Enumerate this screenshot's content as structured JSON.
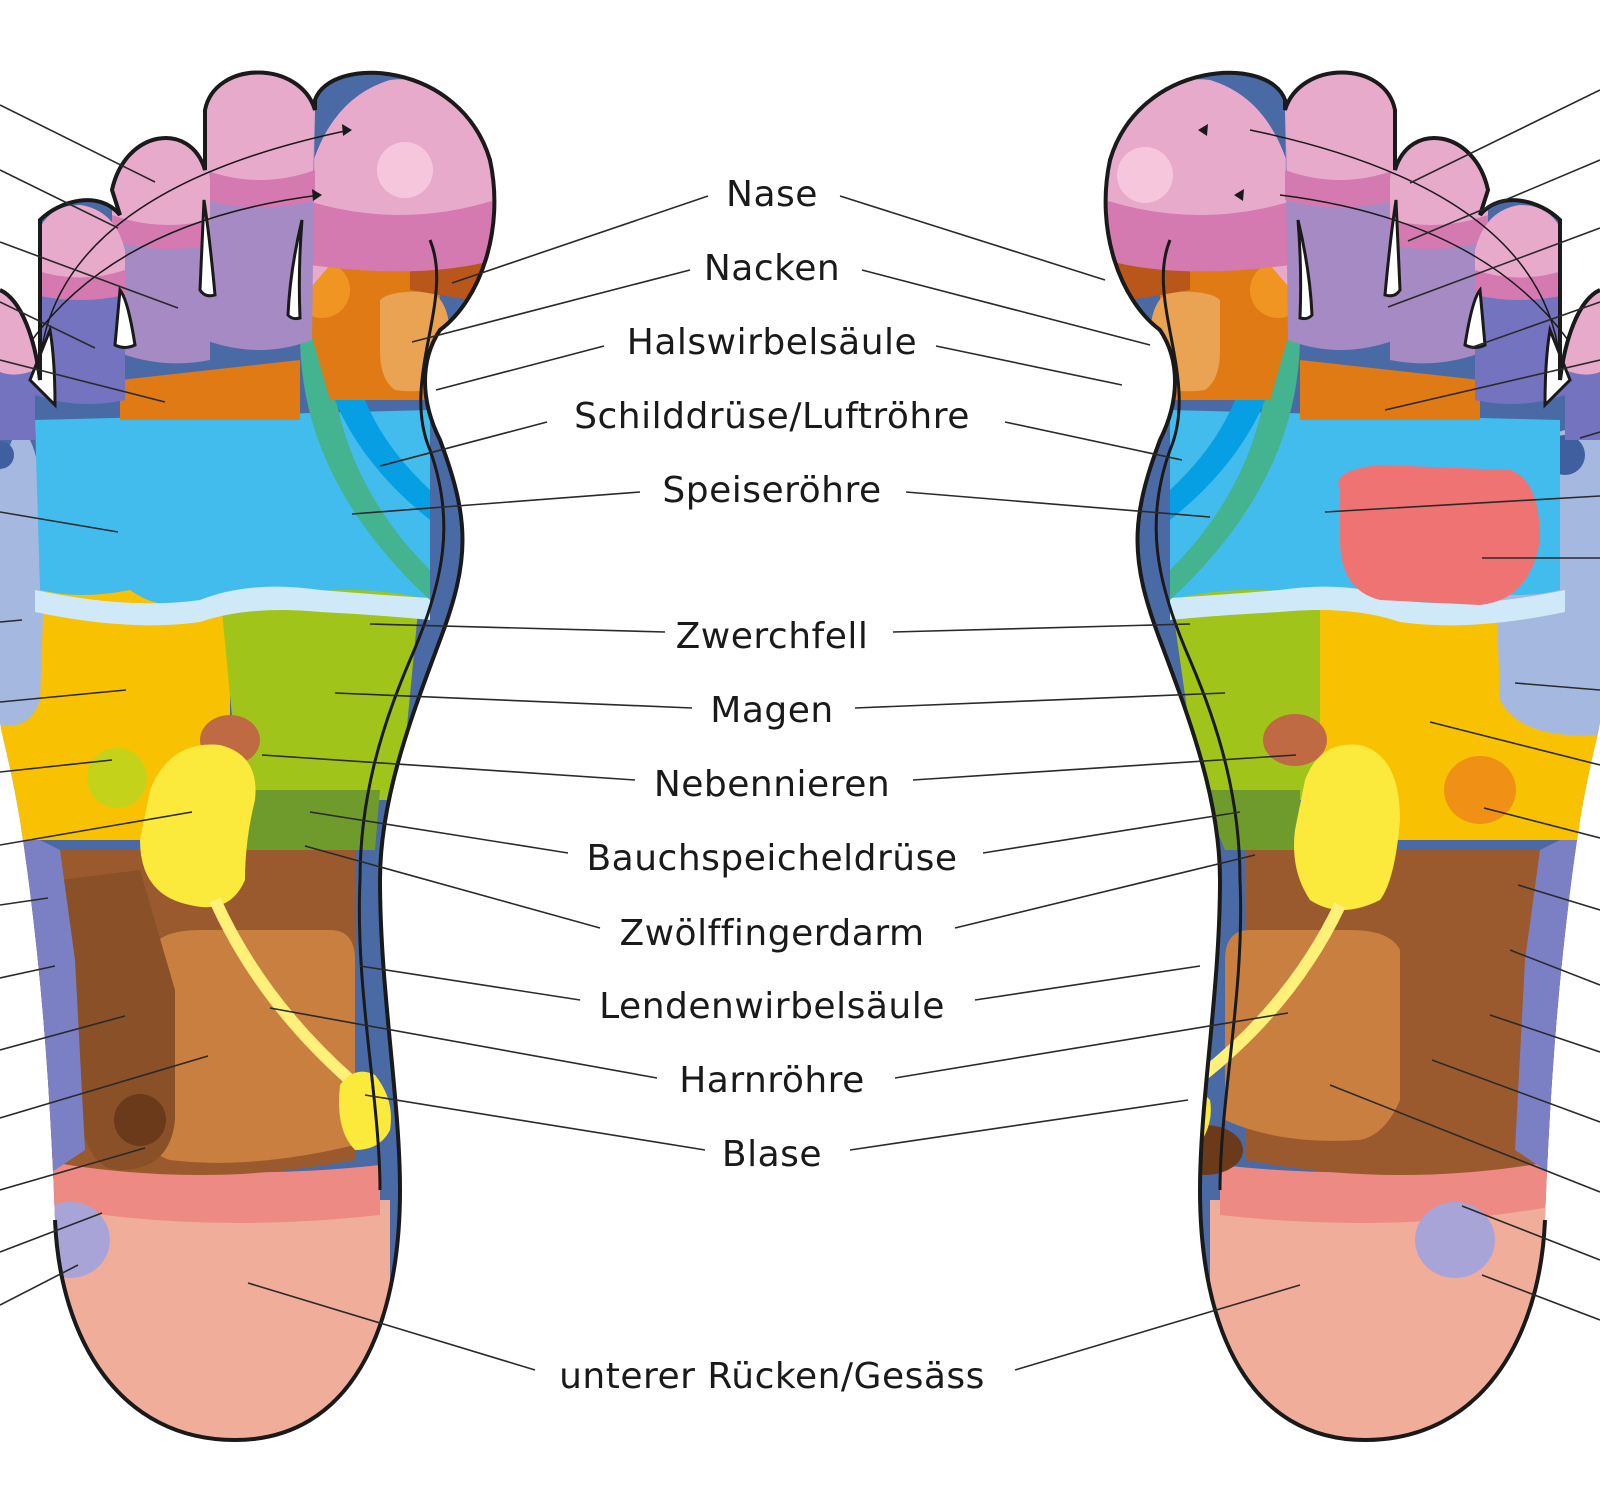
{
  "labels": [
    "Nase",
    "Nacken",
    "Halswirbelsäule",
    "Schilddrüse/Luftröhre",
    "Speiseröhre",
    "Zwerchfell",
    "Magen",
    "Nebennieren",
    "Bauchspeicheldrüse",
    "Zwölffingerdarm",
    "Lendenwirbelsäule",
    "Harnröhre",
    "Blase",
    "unterer Rücken/Gesäss"
  ],
  "colors": {
    "outline": "#1a1a1a",
    "spine_band": "#4a6aa6",
    "toe_pink": "#e8aacb",
    "toe_magenta": "#d579b1",
    "toe_purple": "#a68ac4",
    "toe_indigo": "#7473bf",
    "orange": "#e07a14",
    "light_orange": "#f09422",
    "tan": "#e9a353",
    "rust": "#b9561a",
    "sky_blue": "#42bced",
    "deep_blue": "#069fe3",
    "teal": "#43b48f",
    "light_blue_band": "#cfe9f8",
    "yellow_orange": "#f8c101",
    "lime_green": "#a1c41a",
    "dark_green": "#6f9a2c",
    "brown": "#9a5a2e",
    "light_brown": "#c97f3f",
    "kidney_yellow": "#fbe93c",
    "ureter_yellow": "#fff07a",
    "heel_salmon": "#f0ad9a",
    "heel_band": "#ee8a84",
    "heart_red": "#ef7373",
    "periwinkle": "#a4b8e0",
    "small_green": "#c4d31a",
    "adrenal_brown": "#c06a44"
  }
}
